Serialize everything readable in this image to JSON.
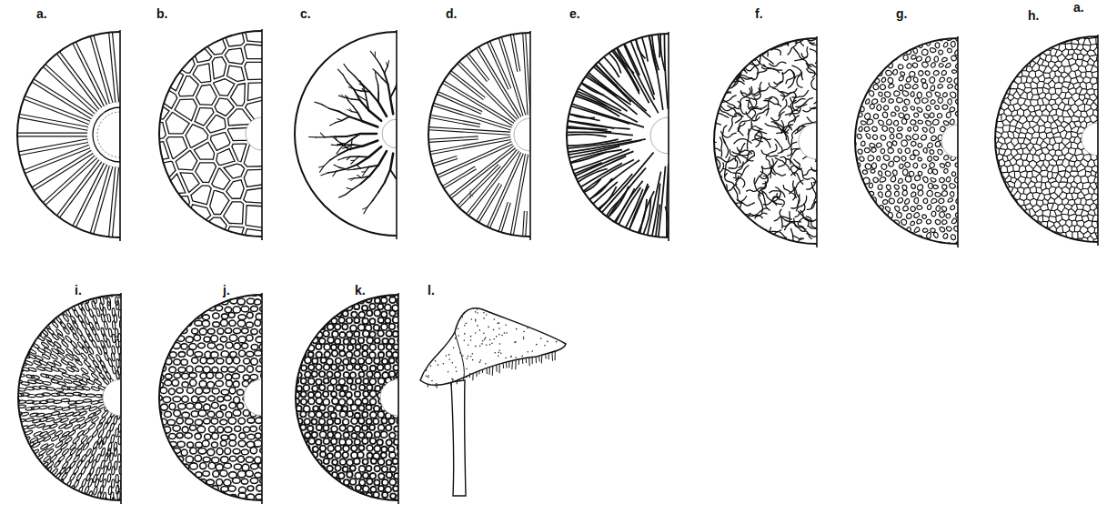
{
  "diagram": {
    "labels": [
      "a.",
      "b.",
      "c.",
      "d.",
      "j.",
      "e.",
      "f.",
      "g.",
      "a.",
      "h.",
      "i.",
      "j.",
      "k.",
      "l."
    ]
  }
}
